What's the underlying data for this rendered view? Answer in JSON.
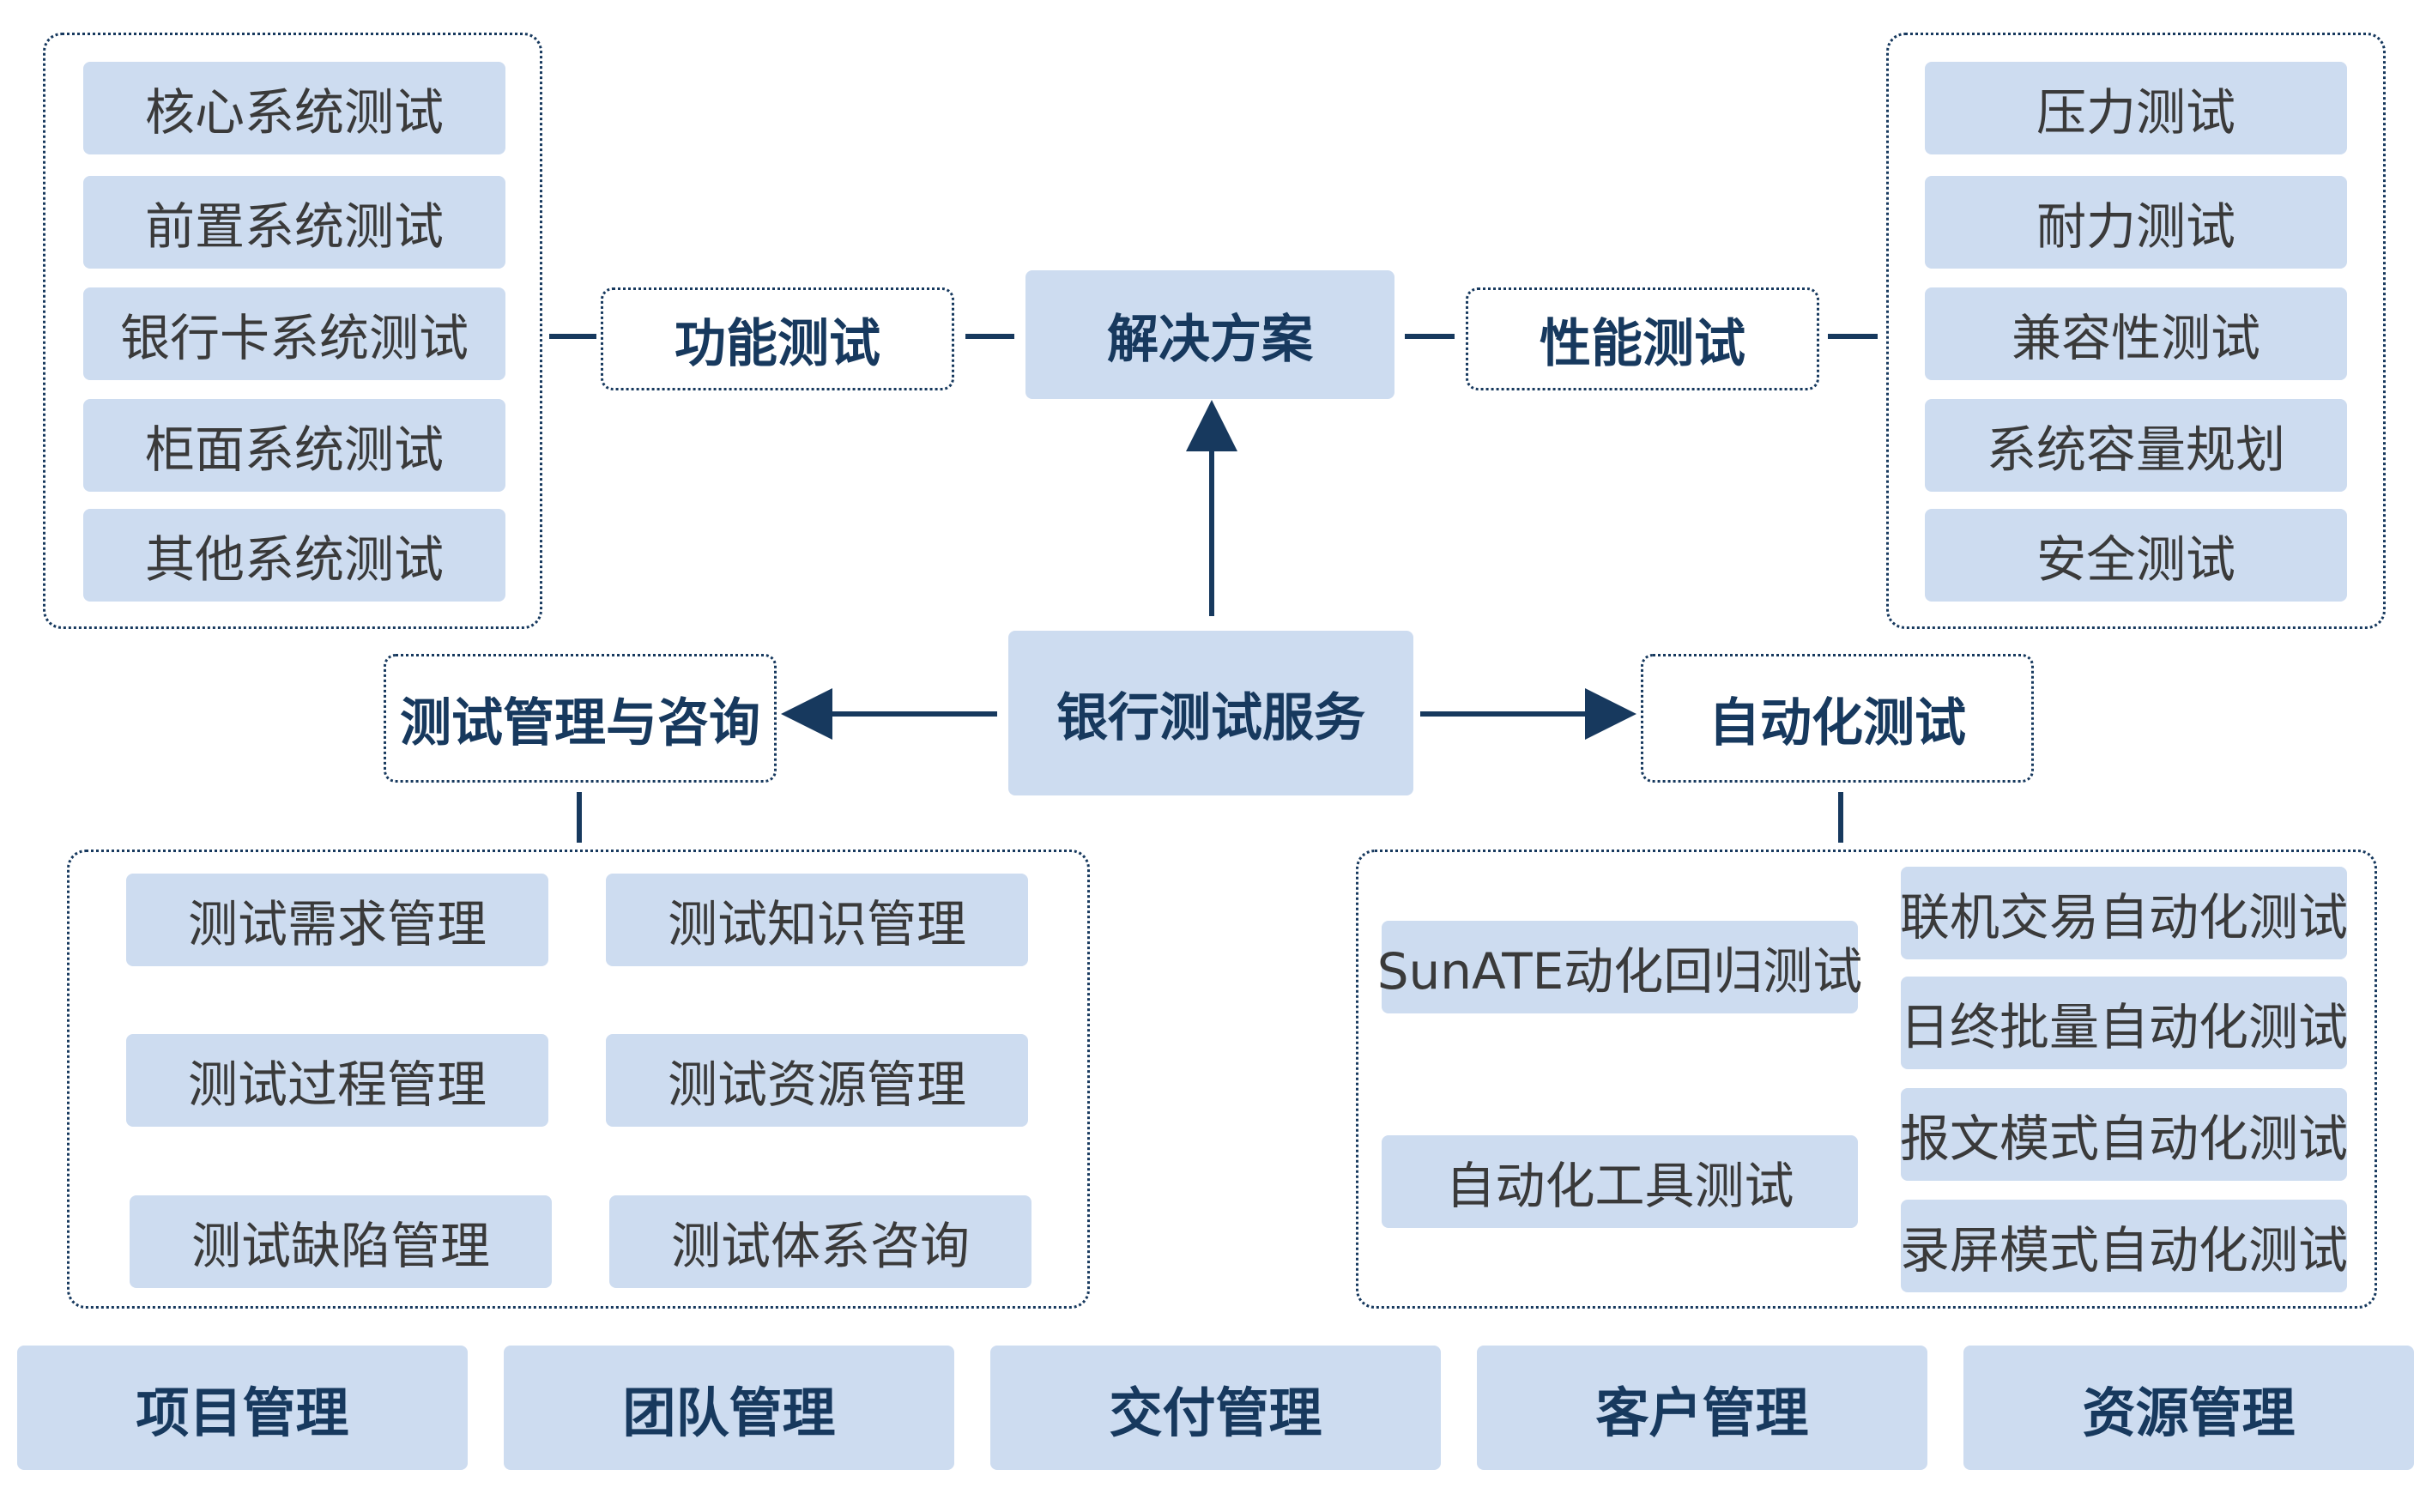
{
  "center": {
    "main": "银行测试服务",
    "solution": "解决方案"
  },
  "categories": {
    "functional": "功能测试",
    "performance": "性能测试",
    "management": "测试管理与咨询",
    "automation": "自动化测试"
  },
  "functional_items": [
    "核心系统测试",
    "前置系统测试",
    "银行卡系统测试",
    "柜面系统测试",
    "其他系统测试"
  ],
  "performance_items": [
    "压力测试",
    "耐力测试",
    "兼容性测试",
    "系统容量规划",
    "安全测试"
  ],
  "management_items": [
    "测试需求管理",
    "测试知识管理",
    "测试过程管理",
    "测试资源管理",
    "测试缺陷管理",
    "测试体系咨询"
  ],
  "automation_left": [
    "SunATE动化回归测试",
    "自动化工具测试"
  ],
  "automation_right": [
    "联机交易自动化测试",
    "日终批量自动化测试",
    "报文模式自动化测试",
    "录屏模式自动化测试"
  ],
  "bottom_bar": [
    "项目管理",
    "团队管理",
    "交付管理",
    "客户管理",
    "资源管理"
  ],
  "colors": {
    "box_fill": "#cddcf0",
    "accent": "#17395e",
    "text": "#3a3a3a"
  }
}
